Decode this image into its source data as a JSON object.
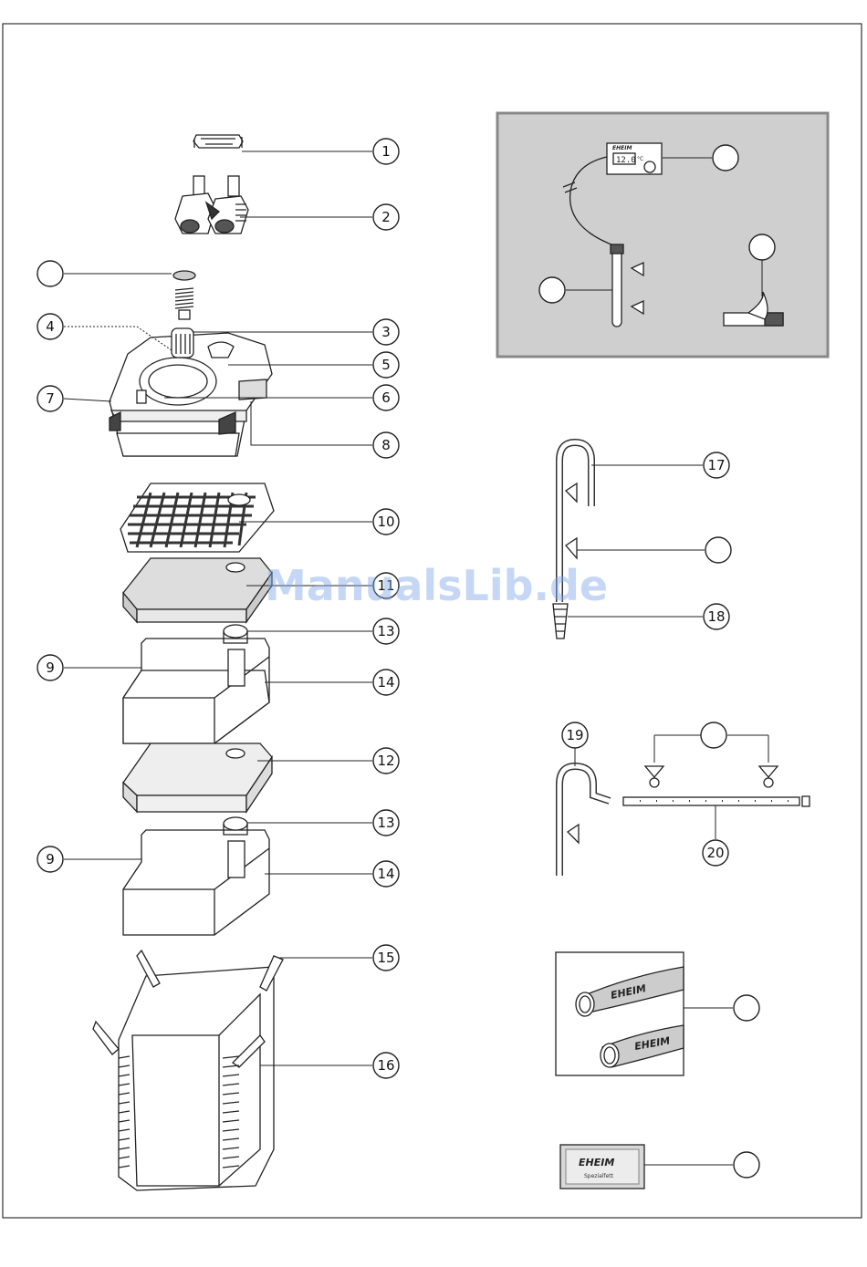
{
  "callouts": [
    {
      "id": "c1",
      "label": "1"
    },
    {
      "id": "c2",
      "label": "2"
    },
    {
      "id": "c3",
      "label": "3"
    },
    {
      "id": "c4",
      "label": "4"
    },
    {
      "id": "c5",
      "label": "5"
    },
    {
      "id": "c6",
      "label": "6"
    },
    {
      "id": "c7",
      "label": "7"
    },
    {
      "id": "c8",
      "label": "8"
    },
    {
      "id": "c9a",
      "label": "9"
    },
    {
      "id": "c9b",
      "label": "9"
    },
    {
      "id": "c10",
      "label": "10"
    },
    {
      "id": "c11",
      "label": "11"
    },
    {
      "id": "c12",
      "label": "12"
    },
    {
      "id": "c13a",
      "label": "13"
    },
    {
      "id": "c13b",
      "label": "13"
    },
    {
      "id": "c14a",
      "label": "14"
    },
    {
      "id": "c14b",
      "label": "14"
    },
    {
      "id": "c15",
      "label": "15"
    },
    {
      "id": "c16",
      "label": "16"
    },
    {
      "id": "c17",
      "label": "17"
    },
    {
      "id": "c18",
      "label": "18"
    },
    {
      "id": "c19",
      "label": "19"
    },
    {
      "id": "c20",
      "label": "20"
    },
    {
      "id": "blank-valve",
      "label": ""
    },
    {
      "id": "blank-thermo-display",
      "label": ""
    },
    {
      "id": "blank-thermo-probe",
      "label": ""
    },
    {
      "id": "blank-tape",
      "label": ""
    },
    {
      "id": "blank-suction",
      "label": ""
    },
    {
      "id": "blank-spray-suction",
      "label": ""
    },
    {
      "id": "blank-hose",
      "label": ""
    },
    {
      "id": "blank-grease",
      "label": ""
    }
  ],
  "thermo_display": {
    "brand": "EHEIM",
    "reading": "12.0",
    "unit": "°C"
  },
  "hose_brand_1": "EHEIM",
  "hose_brand_2": "EHEIM",
  "grease_brand": "EHEIM",
  "grease_sub": "Spezialfett",
  "watermark": "ManualsLib.de"
}
